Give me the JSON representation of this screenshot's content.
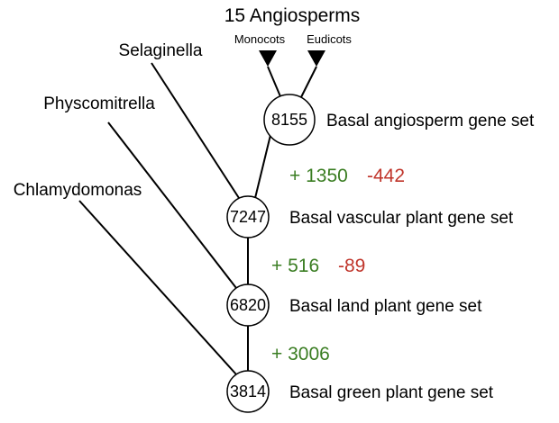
{
  "header": {
    "title": "15 Angiosperms",
    "monocots": "Monocots",
    "eudicots": "Eudicots"
  },
  "taxa": {
    "selaginella": "Selaginella",
    "physcomitrella": "Physcomitrella",
    "chlamydomonas": "Chlamydomonas"
  },
  "nodes": [
    {
      "count": "8155",
      "label": "Basal angiosperm gene set"
    },
    {
      "count": "7247",
      "label": "Basal vascular plant gene set"
    },
    {
      "count": "6820",
      "label": "Basal land plant gene set"
    },
    {
      "count": "3814",
      "label": "Basal green plant gene set"
    }
  ],
  "changes": [
    {
      "gain": "+ 1350",
      "loss": "-442"
    },
    {
      "gain": "+ 516",
      "loss": "-89"
    },
    {
      "gain": "+ 3006",
      "loss": ""
    }
  ],
  "colors": {
    "gain": "#3a7d22",
    "loss": "#c0352b"
  }
}
